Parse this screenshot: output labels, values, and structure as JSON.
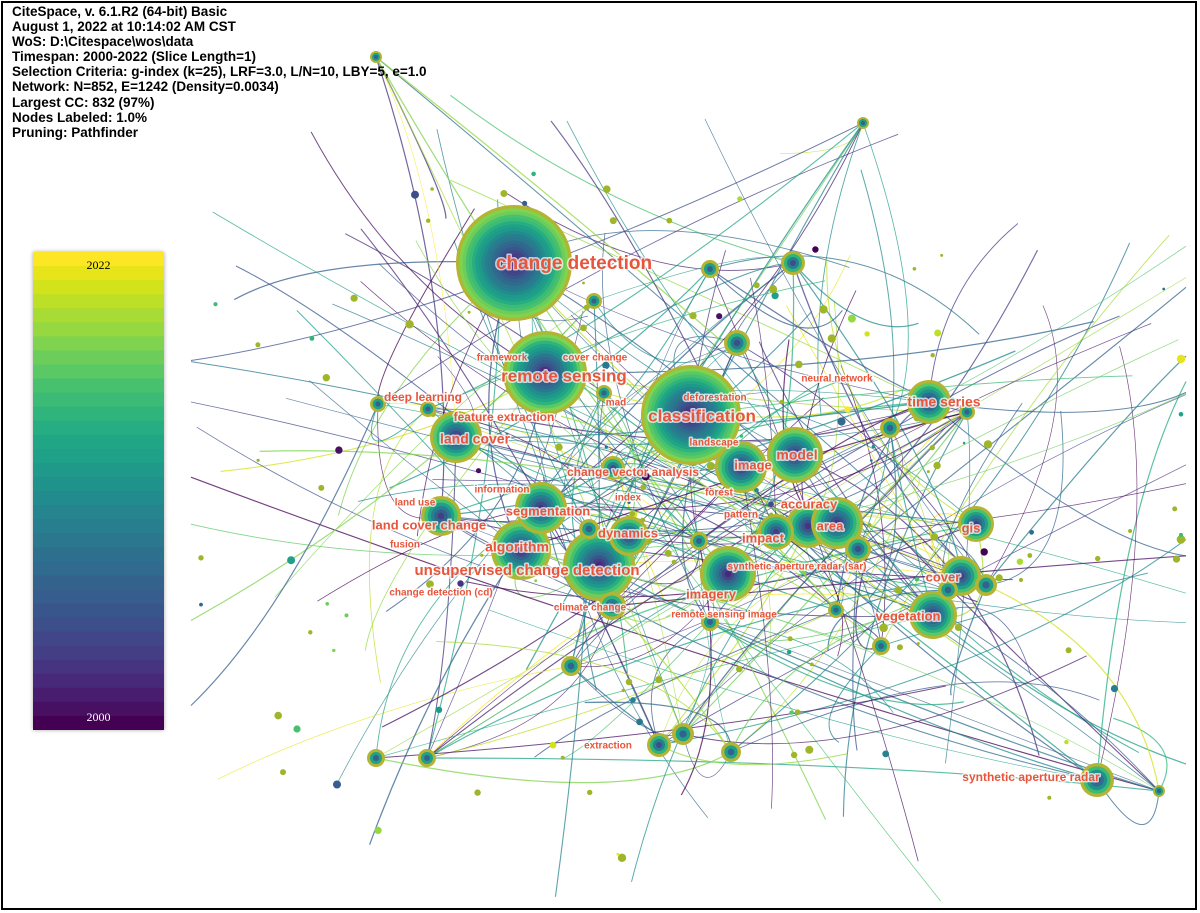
{
  "header_lines": [
    "CiteSpace, v. 6.1.R2 (64-bit) Basic",
    "August 1, 2022 at 10:14:02 AM CST",
    "WoS: D:\\Citespace\\wos\\data",
    "Timespan: 2000-2022 (Slice Length=1)",
    "Selection Criteria: g-index (k=25), LRF=3.0, L/N=10, LBY=5, e=1.0",
    "Network: N=852, E=1242 (Density=0.0034)",
    "Largest CC: 832 (97%)",
    "Nodes Labeled: 1.0%",
    "Pruning: Pathfinder"
  ],
  "legend": {
    "max_year": "2022",
    "min_year": "2000",
    "colors": [
      "#fde725",
      "#e7e419",
      "#d2e21b",
      "#bddf26",
      "#a8db34",
      "#95d840",
      "#7fd34e",
      "#6ccd5a",
      "#5ac864",
      "#48c16e",
      "#3bbb75",
      "#2fb47c",
      "#26ad81",
      "#21a685",
      "#1fa088",
      "#1f998a",
      "#20928c",
      "#228b8d",
      "#25848e",
      "#277e8e",
      "#2a778e",
      "#2d708e",
      "#306a8e",
      "#33638d",
      "#365d8d",
      "#39568c",
      "#3c4f8a",
      "#404688",
      "#443f85",
      "#463480",
      "#482878",
      "#481c6e",
      "#471063",
      "#440154"
    ]
  },
  "keywords": [
    {
      "label": "change detection",
      "color": "#e8553c",
      "size": "xl"
    },
    {
      "label": "remote sensing",
      "color": "#e8553c",
      "size": "l"
    },
    {
      "label": "classification",
      "color": "#e8553c",
      "size": "l"
    },
    {
      "label": "unsupervised change detection",
      "color": "#e8553c",
      "size": "m"
    },
    {
      "label": "land cover",
      "color": "#e8553c",
      "size": "m"
    },
    {
      "label": "model",
      "color": "#e8553c",
      "size": "m"
    },
    {
      "label": "time series",
      "color": "#e8553c",
      "size": "m"
    },
    {
      "label": "algorithm",
      "color": "#e8553c",
      "size": "m"
    },
    {
      "label": "segmentation",
      "color": "#e8553c",
      "size": "s"
    },
    {
      "label": "land cover change",
      "color": "#e8553c",
      "size": "s"
    },
    {
      "label": "dynamics",
      "color": "#e8553c",
      "size": "s"
    },
    {
      "label": "accuracy",
      "color": "#e8553c",
      "size": "s"
    },
    {
      "label": "area",
      "color": "#e8553c",
      "size": "s"
    },
    {
      "label": "impact",
      "color": "#e8553c",
      "size": "s"
    },
    {
      "label": "image",
      "color": "#e8553c",
      "size": "s"
    },
    {
      "label": "imagery",
      "color": "#e8553c",
      "size": "s"
    },
    {
      "label": "gis",
      "color": "#e8553c",
      "size": "s"
    },
    {
      "label": "cover",
      "color": "#e8553c",
      "size": "s"
    },
    {
      "label": "vegetation",
      "color": "#e8553c",
      "size": "s"
    },
    {
      "label": "deep learning",
      "color": "#e8553c",
      "size": "s"
    },
    {
      "label": "feature extraction",
      "color": "#e8553c",
      "size": "s"
    },
    {
      "label": "synthetic aperture radar",
      "color": "#e8553c",
      "size": "s"
    },
    {
      "label": "change vector analysis",
      "color": "#e8553c",
      "size": "s"
    },
    {
      "label": "framework",
      "color": "#e8553c",
      "size": "xs"
    },
    {
      "label": "cover change",
      "color": "#e8553c",
      "size": "xs"
    },
    {
      "label": "deforestation",
      "color": "#e8553c",
      "size": "xs"
    },
    {
      "label": "neural network",
      "color": "#e8553c",
      "size": "xs"
    },
    {
      "label": "mad",
      "color": "#e8553c",
      "size": "xs"
    },
    {
      "label": "landscape",
      "color": "#e8553c",
      "size": "xs"
    },
    {
      "label": "information",
      "color": "#e8553c",
      "size": "xs"
    },
    {
      "label": "land use",
      "color": "#e8553c",
      "size": "xs"
    },
    {
      "label": "index",
      "color": "#e8553c",
      "size": "xs"
    },
    {
      "label": "forest",
      "color": "#e8553c",
      "size": "xs"
    },
    {
      "label": "pattern",
      "color": "#e8553c",
      "size": "xs"
    },
    {
      "label": "fusion",
      "color": "#e8553c",
      "size": "xs"
    },
    {
      "label": "synthetic aperture radar (sar)",
      "color": "#e8553c",
      "size": "xs"
    },
    {
      "label": "change detection (cd)",
      "color": "#e8553c",
      "size": "xs"
    },
    {
      "label": "climate change",
      "color": "#e8553c",
      "size": "xs"
    },
    {
      "label": "remote sensing image",
      "color": "#e8553c",
      "size": "xs"
    },
    {
      "label": "extraction",
      "color": "#e8553c",
      "size": "xs"
    }
  ]
}
